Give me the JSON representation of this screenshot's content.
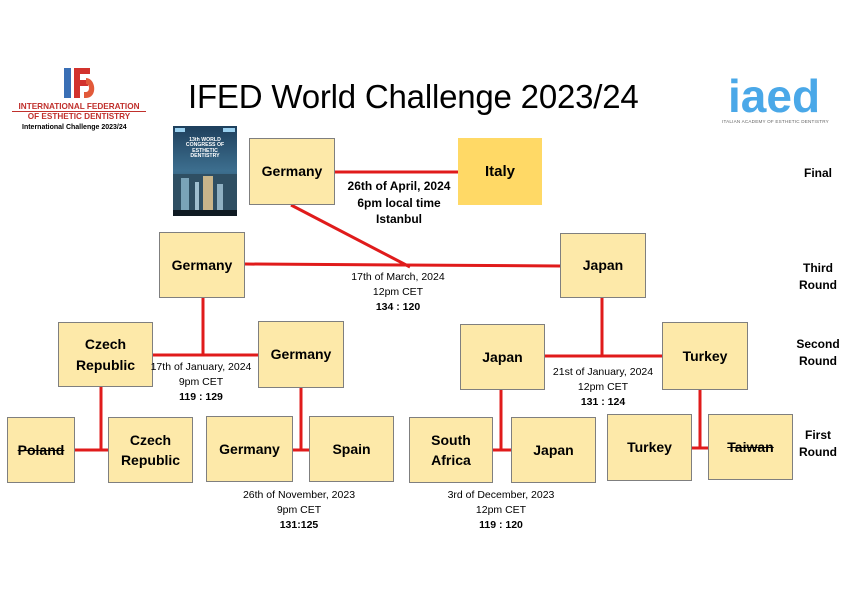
{
  "header": {
    "title": "IFED World Challenge 2023/24",
    "ifed_name_line1": "INTERNATIONAL FEDERATION",
    "ifed_name_line2": "OF ESTHETIC DENTISTRY",
    "ifed_subtitle": "International Challenge 2023/24",
    "iaed_logo_text": "iaed",
    "iaed_subtitle": "ITALIAN ACADEMY OF ESTHETIC DENTISTRY",
    "poster_text": "13th WORLD CONGRESS OF ESTHETIC DENTISTRY"
  },
  "rounds": {
    "final": "Final",
    "third_1": "Third",
    "third_2": "Round",
    "second_1": "Second",
    "second_2": "Round",
    "first_1": "First",
    "first_2": "Round"
  },
  "boxes": {
    "final_left": "Germany",
    "final_right": "Italy",
    "third_left": "Germany",
    "third_right": "Japan",
    "second_czech_1": "Czech",
    "second_czech_2": "Republic",
    "second_germany": "Germany",
    "second_japan": "Japan",
    "second_turkey": "Turkey",
    "first_poland": "Poland",
    "first_czech_1": "Czech",
    "first_czech_2": "Republic",
    "first_germany": "Germany",
    "first_spain": "Spain",
    "first_southafrica_1": "South",
    "first_southafrica_2": "Africa",
    "first_japan": "Japan",
    "first_turkey": "Turkey",
    "first_taiwan": "Taiwan"
  },
  "matches": {
    "final": {
      "date": "26th of April, 2024",
      "time": "6pm local time",
      "place": "Istanbul"
    },
    "third": {
      "date": "17th of March, 2024",
      "time": "12pm CET",
      "score": "134 : 120"
    },
    "second_left": {
      "date": "17th of January, 2024",
      "time": "9pm CET",
      "score": "119 : 129"
    },
    "second_right": {
      "date": "21st of January, 2024",
      "time": "12pm CET",
      "score": "131  : 124"
    },
    "first_germany_spain": {
      "date": "26th of November, 2023",
      "time": "9pm CET",
      "score": "131:125"
    },
    "first_sa_japan": {
      "date": "3rd of December, 2023",
      "time": "12pm CET",
      "score": "119 : 120"
    }
  },
  "colors": {
    "box_fill": "#fde9a9",
    "winner_fill": "#ffd966",
    "connector": "#e01b1b",
    "ifed_red": "#c0302c",
    "iaed_blue": "#4aa8e8"
  }
}
